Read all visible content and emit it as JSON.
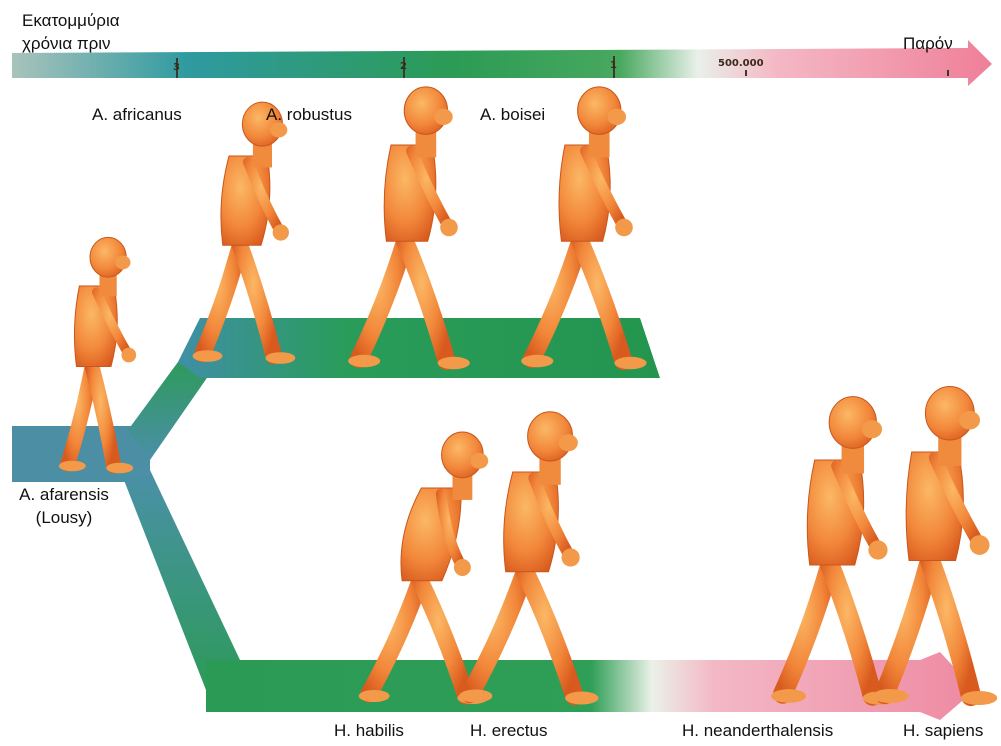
{
  "timeline": {
    "start_label_line1": "Εκατομμύρια",
    "start_label_line2": "χρόνια πριν",
    "end_label": "Παρόν",
    "ticks": [
      {
        "label": "3",
        "value": 3000000
      },
      {
        "label": "2",
        "value": 2000000
      },
      {
        "label": "1",
        "value": 1000000
      },
      {
        "label": "500.000",
        "value": 500000
      }
    ],
    "colors": {
      "start": "#9db8b0",
      "mid": "#2e9e5a",
      "end": "#f08aa0"
    }
  },
  "species": {
    "afarensis_line1": "A. afarensis",
    "afarensis_line2": "(Lousy)",
    "africanus": "A. africanus",
    "robustus": "A. robustus",
    "boisei": "A. boisei",
    "habilis": "H. habilis",
    "erectus": "H. erectus",
    "neanderthalensis": "H. neanderthalensis",
    "sapiens": "H. sapiens"
  },
  "colors": {
    "path_green": "#2a9a55",
    "path_teal": "#4f93a2",
    "path_pink": "#ef8fa6",
    "figure_skin": "#f08a3c",
    "figure_shade": "#d25a1c"
  }
}
